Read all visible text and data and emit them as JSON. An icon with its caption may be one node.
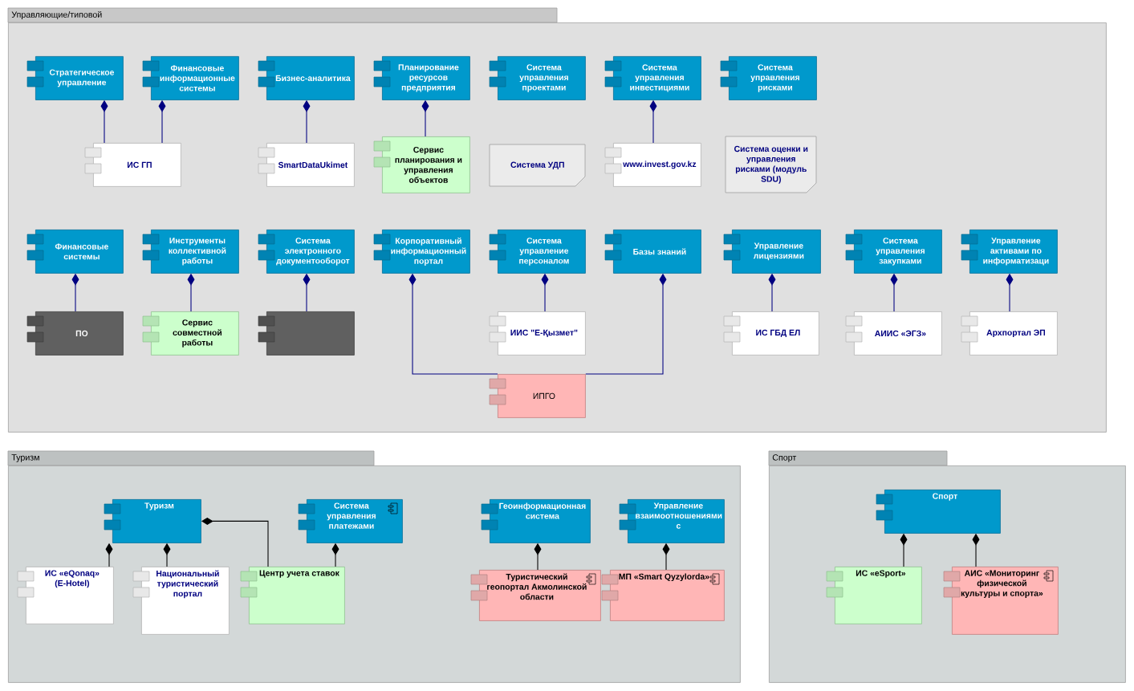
{
  "diagram": {
    "nodes": [
      {
        "text": [
          "Управляющие/типовой"
        ]
      },
      {
        "text": [
          "Стратегическое управление"
        ],
        "in": 0
      },
      {
        "text": [
          "Финансовые информационные системы"
        ],
        "in": 0
      },
      {
        "text": [
          "Бизнес-аналитика"
        ],
        "in": 0
      },
      {
        "text": [
          "Планирование ресурсов предприятия"
        ],
        "in": 0
      },
      {
        "text": [
          "Система управления проектами"
        ],
        "in": 0
      },
      {
        "text": [
          "Система управления инвестициями"
        ],
        "in": 0
      },
      {
        "text": [
          "Система управления рисками"
        ],
        "in": 0
      },
      {
        "text": [
          "ИС ГП"
        ],
        "in": 0
      },
      {
        "text": [
          "SmartDataUkimet"
        ],
        "in": 0
      },
      {
        "text": [
          "Сервис планирования и управления объектов"
        ],
        "in": 0
      },
      {
        "text": [
          "Система УДП"
        ],
        "in": 0
      },
      {
        "text": [
          "www.invest.gov.kz"
        ],
        "in": 0
      },
      {
        "text": [
          "Система оценки и управления рисками (модуль SDU)"
        ],
        "in": 0
      },
      {
        "text": [
          "Финансовые системы"
        ],
        "in": 0
      },
      {
        "text": [
          "Инструменты коллективной работы"
        ],
        "in": 0
      },
      {
        "text": [
          "Система электронного документооборот"
        ],
        "in": 0
      },
      {
        "text": [
          "Корпоративный информационный портал"
        ],
        "in": 0
      },
      {
        "text": [
          "Система управление персоналом"
        ],
        "in": 0
      },
      {
        "text": [
          "Базы знаний"
        ],
        "in": 0
      },
      {
        "text": [
          "Управление лицензиями"
        ],
        "in": 0
      },
      {
        "text": [
          "Система управления закупками"
        ],
        "in": 0
      },
      {
        "text": [
          "Управление активами по информатизаци"
        ],
        "in": 0
      },
      {
        "text": [
          "ПО"
        ],
        "in": 0
      },
      {
        "text": [
          "Сервис совместной работы"
        ],
        "in": 0
      },
      {
        "text": [],
        "shape": "box",
        "in": 0
      },
      {
        "text": [
          "ИИС \"E-Қызмет\""
        ],
        "in": 0
      },
      {
        "text": [
          "ИС ГБД ЕЛ"
        ],
        "in": 0
      },
      {
        "text": [
          "АИИС «ЭГЗ»"
        ],
        "in": 0
      },
      {
        "text": [
          "Архпортал ЭП"
        ],
        "in": 0
      },
      {
        "text": [
          "ИПГО"
        ],
        "in": 0
      },
      {
        "text": [
          "Туризм"
        ]
      },
      {
        "text": [
          "Туризм"
        ],
        "in": 31
      },
      {
        "text": [
          "Система управления платежами"
        ],
        "in": 31
      },
      {
        "text": [
          "Геоинформационная система"
        ],
        "in": 31
      },
      {
        "text": [
          "Управление взаимоотношениями с"
        ],
        "in": 31
      },
      {
        "text": [
          "ИС «eQonaq» (E-Hotel)"
        ],
        "in": 31
      },
      {
        "text": [
          "Национальный туристический портал"
        ],
        "in": 31
      },
      {
        "text": [
          "Центр учета ставок"
        ],
        "in": 31
      },
      {
        "text": [
          "Туристический геопортал Акмолинской области"
        ],
        "in": 31
      },
      {
        "text": [
          "МП «Smart Qyzylorda»"
        ],
        "in": 31
      },
      {
        "text": [
          "Спорт"
        ]
      },
      {
        "text": [
          "Спорт"
        ],
        "in": 41
      },
      {
        "text": [
          "ИС «eSport»"
        ],
        "in": 41
      },
      {
        "text": [
          "АИС «Мониторинг физической культуры и спорта»"
        ],
        "in": 41
      }
    ],
    "edges": [
      {
        "from": 1,
        "to": 8,
        "arrow": "other"
      },
      {
        "from": 2,
        "to": 8,
        "arrow": "other"
      },
      {
        "from": 3,
        "to": 9,
        "arrow": "other"
      },
      {
        "from": 4,
        "to": 10,
        "arrow": "other"
      },
      {
        "from": 6,
        "to": 12,
        "arrow": "other"
      },
      {
        "from": 14,
        "to": 23,
        "arrow": "other"
      },
      {
        "from": 15,
        "to": 24,
        "arrow": "other"
      },
      {
        "from": 16,
        "to": 25,
        "arrow": "other"
      },
      {
        "from": 17,
        "to": 30,
        "arrow": "other"
      },
      {
        "from": 18,
        "to": 26,
        "arrow": "other"
      },
      {
        "from": 19,
        "to": 30,
        "arrow": "other"
      },
      {
        "from": 20,
        "to": 27,
        "arrow": "other"
      },
      {
        "from": 21,
        "to": 28,
        "arrow": "other"
      },
      {
        "from": 22,
        "to": 29,
        "arrow": "other"
      },
      {
        "from": 32,
        "to": 36,
        "arrow": "other",
        "color": "#000000"
      },
      {
        "from": 32,
        "to": 37,
        "arrow": "other",
        "color": "#000000"
      },
      {
        "from": 32,
        "to": 38,
        "arrow": "other",
        "color": "#000000"
      },
      {
        "from": 33,
        "to": 38,
        "arrow": "other",
        "color": "#000000"
      },
      {
        "from": 34,
        "to": 39,
        "arrow": "other",
        "color": "#000000"
      },
      {
        "from": 35,
        "to": 40,
        "arrow": "other",
        "color": "#000000"
      },
      {
        "from": 42,
        "to": 43,
        "arrow": "other",
        "color": "#000000"
      },
      {
        "from": 42,
        "to": 44,
        "arrow": "other",
        "color": "#000000"
      }
    ]
  }
}
